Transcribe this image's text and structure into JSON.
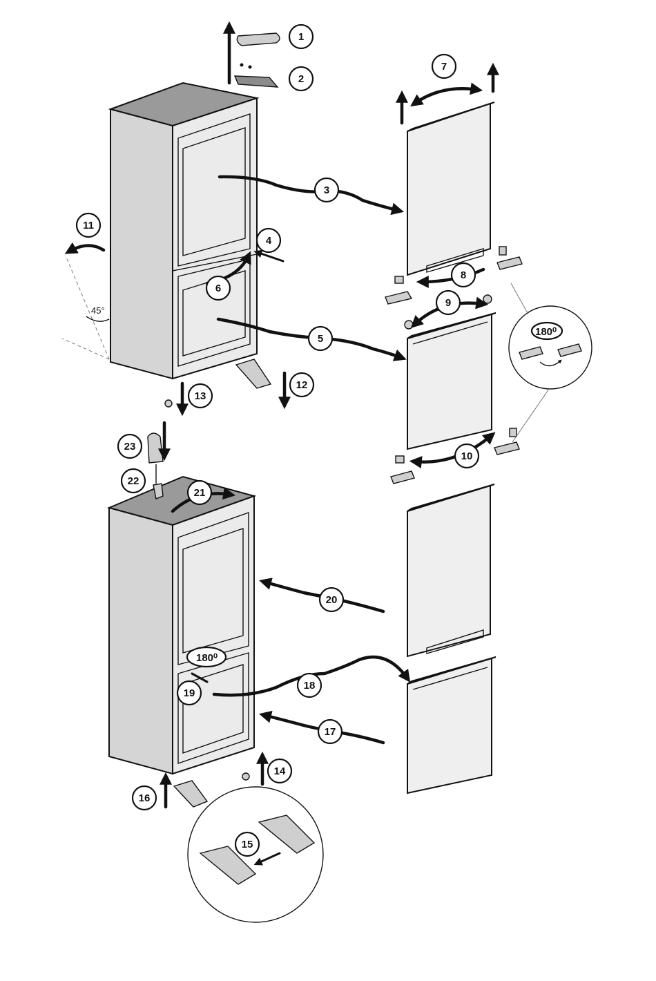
{
  "steps": [
    "1",
    "2",
    "3",
    "4",
    "5",
    "6",
    "7",
    "8",
    "9",
    "10",
    "11",
    "12",
    "13",
    "14",
    "15",
    "16",
    "17",
    "18",
    "19",
    "20",
    "21",
    "22",
    "23"
  ],
  "angle_label": "45°",
  "rotation_label": "180⁰"
}
